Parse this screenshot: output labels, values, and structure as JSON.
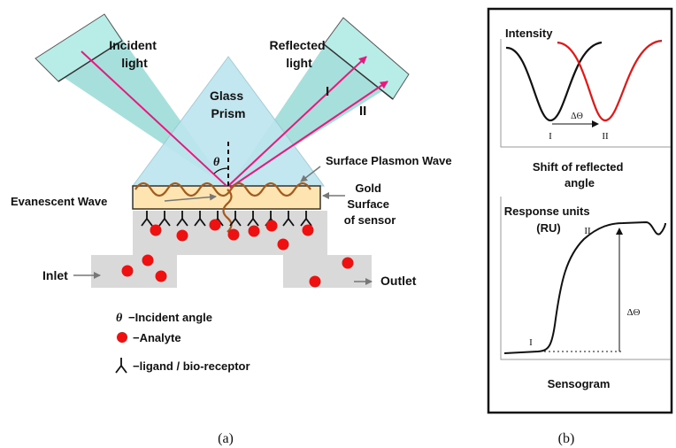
{
  "panel_a": {
    "caption": "(a)",
    "incident_light": [
      "Incident",
      "light"
    ],
    "reflected_light": [
      "Reflected",
      "light"
    ],
    "glass_prism": [
      "Glass",
      "Prism"
    ],
    "beam_I": "I",
    "beam_II": "II",
    "theta": "θ",
    "surface_plasmon_wave": "Surface Plasmon Wave",
    "evanescent_wave": "Evanescent Wave",
    "gold_surface": [
      "Gold",
      "Surface",
      "of sensor"
    ],
    "inlet": "Inlet",
    "outlet": "Outlet",
    "legend": {
      "incident_angle": "−Incident angle",
      "analyte": "−Analyte",
      "ligand": "−ligand / bio-receptor"
    }
  },
  "panel_b": {
    "caption": "(b)",
    "intensity_title": "Intensity",
    "dip_I": "I",
    "dip_II": "II",
    "delta_theta": "ΔΘ",
    "shift_caption": [
      "Shift of reflected",
      "angle"
    ],
    "response_units": [
      "Response units",
      "(RU)"
    ],
    "sensogram_I": "I",
    "sensogram_II": "II",
    "sensogram_delta": "ΔΘ",
    "sensogram_caption": "Sensogram"
  },
  "colors": {
    "prism": "#bde6ef",
    "beam": "#9cdcd8",
    "gold": "#fde4b0",
    "flow_cell": "#d9d9d9",
    "ray": "#e6197e",
    "analyte": "#ee1111",
    "wave": "#a35a1c",
    "curve_I": "#111111",
    "curve_II": "#ee1111"
  }
}
